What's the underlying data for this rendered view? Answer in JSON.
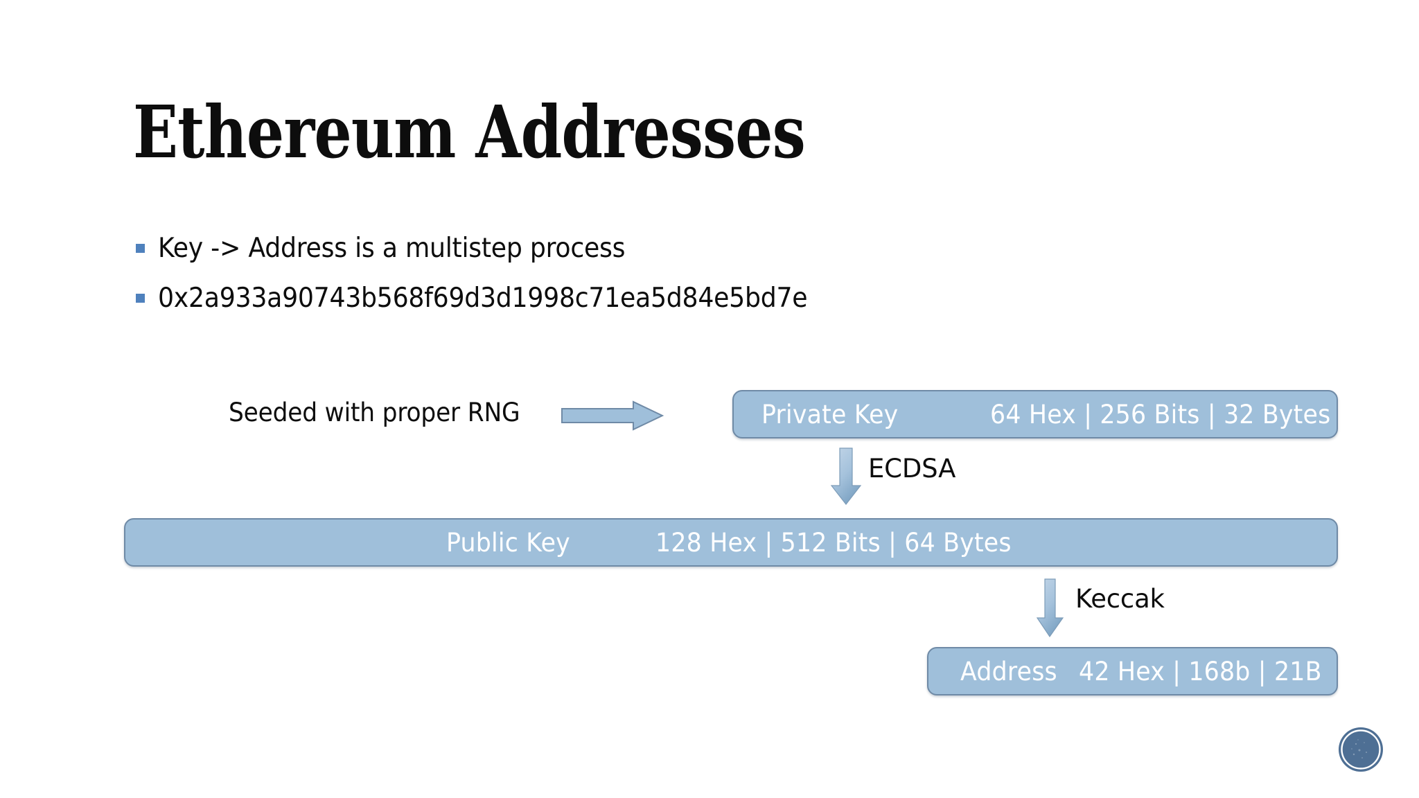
{
  "slide": {
    "title": "Ethereum Addresses",
    "accent_color": "#4f81bd",
    "box_fill_color": "#9fbfda",
    "box_border_color": "#6f8aa6",
    "text_color": "#0d0d0d",
    "background_color": "#ffffff"
  },
  "bullets": [
    {
      "text": "Key -> Address is a multistep process"
    },
    {
      "text": "0x2a933a90743b568f69d3d1998c71ea5d84e5bd7e"
    }
  ],
  "diagram": {
    "rng_caption": "Seeded with proper RNG",
    "arrow_rng_icon": "arrow-right-icon",
    "private_key": {
      "label": "Private Key",
      "spec": "64 Hex | 256 Bits | 32 Bytes"
    },
    "ecdsa": {
      "caption": "ECDSA",
      "arrow_icon": "arrow-down-icon"
    },
    "public_key": {
      "label": "Public Key",
      "spec": "128 Hex | 512 Bits | 64 Bytes"
    },
    "keccak": {
      "caption": "Keccak",
      "arrow_icon": "arrow-down-icon"
    },
    "address": {
      "label": "Address",
      "spec": "42 Hex | 168b | 21B"
    }
  },
  "logo": {
    "icon": "circular-seal-logo",
    "color": "#4e6f94"
  }
}
